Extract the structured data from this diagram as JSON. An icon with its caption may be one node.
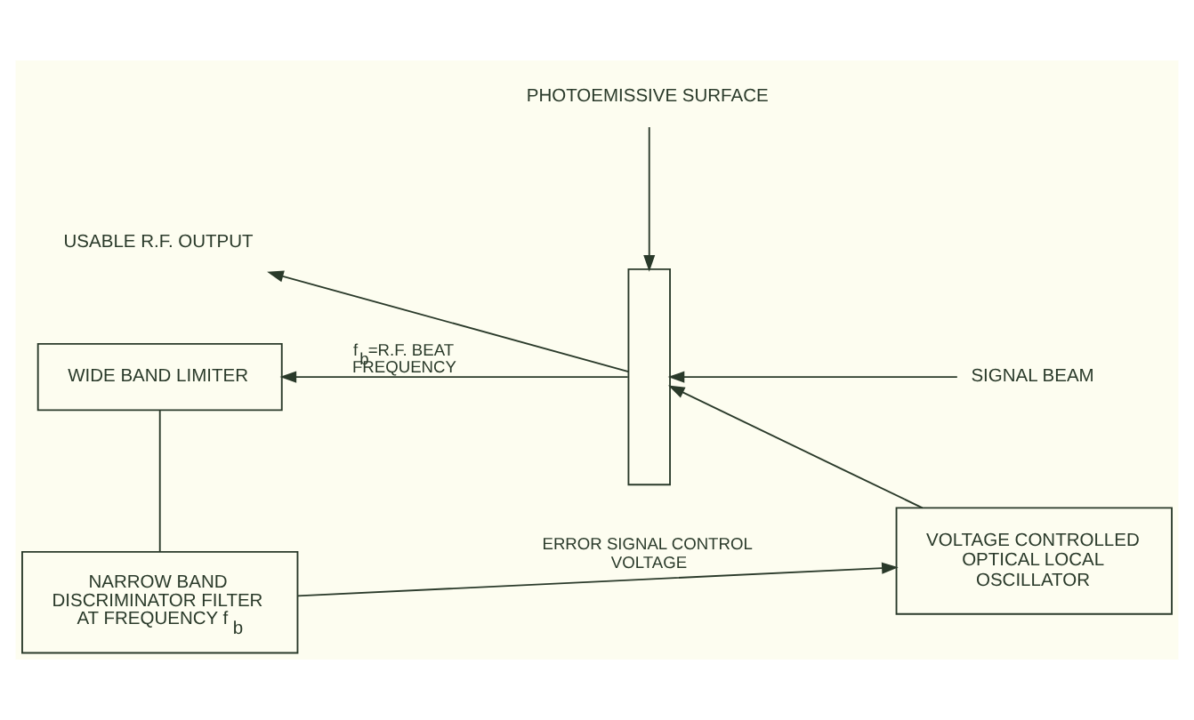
{
  "diagram": {
    "nodes": [
      {
        "text": [
          "USABLE R.F. OUTPUT"
        ]
      },
      {
        "text": [
          "PHOTOEMISSIVE SURFACE"
        ]
      },
      {
        "text": [
          "WIDE BAND LIMITER"
        ]
      },
      {
        "text": [],
        "shape": "bar"
      },
      {
        "text": [
          "SIGNAL BEAM"
        ]
      },
      {
        "text": [
          "NARROW BAND DISCRIMINATOR FILTER AT FREQUENCY f$_{b}$"
        ]
      },
      {
        "text": [
          "VOLTAGE CONTROLLED OPTICAL LOCAL OSCILLATOR"
        ]
      }
    ],
    "edges": [
      {
        "from": 1,
        "to": 3,
        "arrow": "to"
      },
      {
        "from": 3,
        "to": 2,
        "arrow": "to",
        "label": "f$_{b}$=R.F. BEAT FREQUENCY"
      },
      {
        "from": 3,
        "to": 0,
        "arrow": "to"
      },
      {
        "from": 4,
        "to": 3,
        "arrow": "to"
      },
      {
        "from": 6,
        "to": 3,
        "arrow": "to"
      },
      {
        "from": 2,
        "to": 5,
        "arrow": "none"
      },
      {
        "from": 5,
        "to": 6,
        "arrow": "to",
        "label": "ERROR SIGNAL CONTROL VOLTAGE"
      }
    ]
  }
}
